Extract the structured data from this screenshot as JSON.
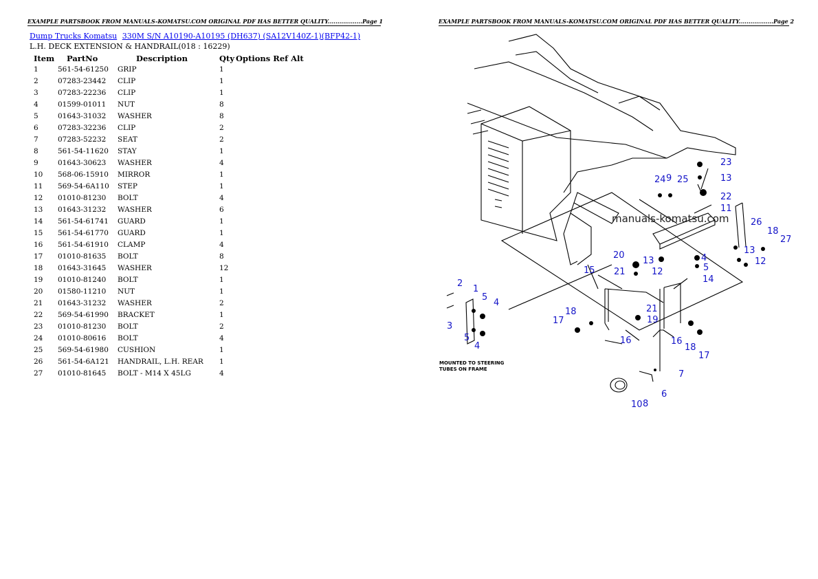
{
  "header_left": "EXAMPLE PARTSBOOK FROM MANUALS-KOMATSU.COM ORIGINAL PDF HAS BETTER QUALITY..................Page 1",
  "header_right": "EXAMPLE PARTSBOOK FROM MANUALS-KOMATSU.COM ORIGINAL PDF HAS BETTER QUALITY..................Page 2",
  "breadcrumb": {
    "link1": "Dump Trucks Komatsu",
    "link2": "330M S/N A10190-A10195 (DH637) (SA12V140Z-1)(BFP42-1)"
  },
  "section_title": "L.H. DECK EXTENSION & HANDRAIL(018 : 16229)",
  "columns": {
    "item": "Item",
    "partno": "PartNo",
    "description": "Description",
    "qty": "Qty",
    "options": "Options",
    "refalt": "Ref Alt"
  },
  "parts": [
    {
      "item": "1",
      "partno": "561-54-61250",
      "desc": "GRIP",
      "qty": "1"
    },
    {
      "item": "2",
      "partno": "07283-23442",
      "desc": "CLIP",
      "qty": "1"
    },
    {
      "item": "3",
      "partno": "07283-22236",
      "desc": "CLIP",
      "qty": "1"
    },
    {
      "item": "4",
      "partno": "01599-01011",
      "desc": "NUT",
      "qty": "8"
    },
    {
      "item": "5",
      "partno": "01643-31032",
      "desc": "WASHER",
      "qty": "8"
    },
    {
      "item": "6",
      "partno": "07283-32236",
      "desc": "CLIP",
      "qty": "2"
    },
    {
      "item": "7",
      "partno": "07283-52232",
      "desc": "SEAT",
      "qty": "2"
    },
    {
      "item": "8",
      "partno": "561-54-11620",
      "desc": "STAY",
      "qty": "1"
    },
    {
      "item": "9",
      "partno": "01643-30623",
      "desc": "WASHER",
      "qty": "4"
    },
    {
      "item": "10",
      "partno": "568-06-15910",
      "desc": "MIRROR",
      "qty": "1"
    },
    {
      "item": "11",
      "partno": "569-54-6A110",
      "desc": "STEP",
      "qty": "1"
    },
    {
      "item": "12",
      "partno": "01010-81230",
      "desc": "BOLT",
      "qty": "4"
    },
    {
      "item": "13",
      "partno": "01643-31232",
      "desc": "WASHER",
      "qty": "6"
    },
    {
      "item": "14",
      "partno": "561-54-61741",
      "desc": "GUARD",
      "qty": "1"
    },
    {
      "item": "15",
      "partno": "561-54-61770",
      "desc": "GUARD",
      "qty": "1"
    },
    {
      "item": "16",
      "partno": "561-54-61910",
      "desc": "CLAMP",
      "qty": "4"
    },
    {
      "item": "17",
      "partno": "01010-81635",
      "desc": "BOLT",
      "qty": "8"
    },
    {
      "item": "18",
      "partno": "01643-31645",
      "desc": "WASHER",
      "qty": "12"
    },
    {
      "item": "19",
      "partno": "01010-81240",
      "desc": "BOLT",
      "qty": "1"
    },
    {
      "item": "20",
      "partno": "01580-11210",
      "desc": "NUT",
      "qty": "1"
    },
    {
      "item": "21",
      "partno": "01643-31232",
      "desc": "WASHER",
      "qty": "2"
    },
    {
      "item": "22",
      "partno": "569-54-61990",
      "desc": "BRACKET",
      "qty": "1"
    },
    {
      "item": "23",
      "partno": "01010-81230",
      "desc": "BOLT",
      "qty": "2"
    },
    {
      "item": "24",
      "partno": "01010-80616",
      "desc": "BOLT",
      "qty": "4"
    },
    {
      "item": "25",
      "partno": "569-54-61980",
      "desc": "CUSHION",
      "qty": "1"
    },
    {
      "item": "26",
      "partno": "561-54-6A121",
      "desc": "HANDRAIL, L.H. REAR",
      "qty": "1"
    },
    {
      "item": "27",
      "partno": "01010-81645",
      "desc": "BOLT - M14 X 45LG",
      "qty": "4"
    }
  ],
  "diagram": {
    "watermark": "manuals-komatsu.com",
    "note_line1": "MOUNTED TO STEERING",
    "note_line2": "TUBES ON FRAME",
    "callout_color": "#1414c8"
  }
}
